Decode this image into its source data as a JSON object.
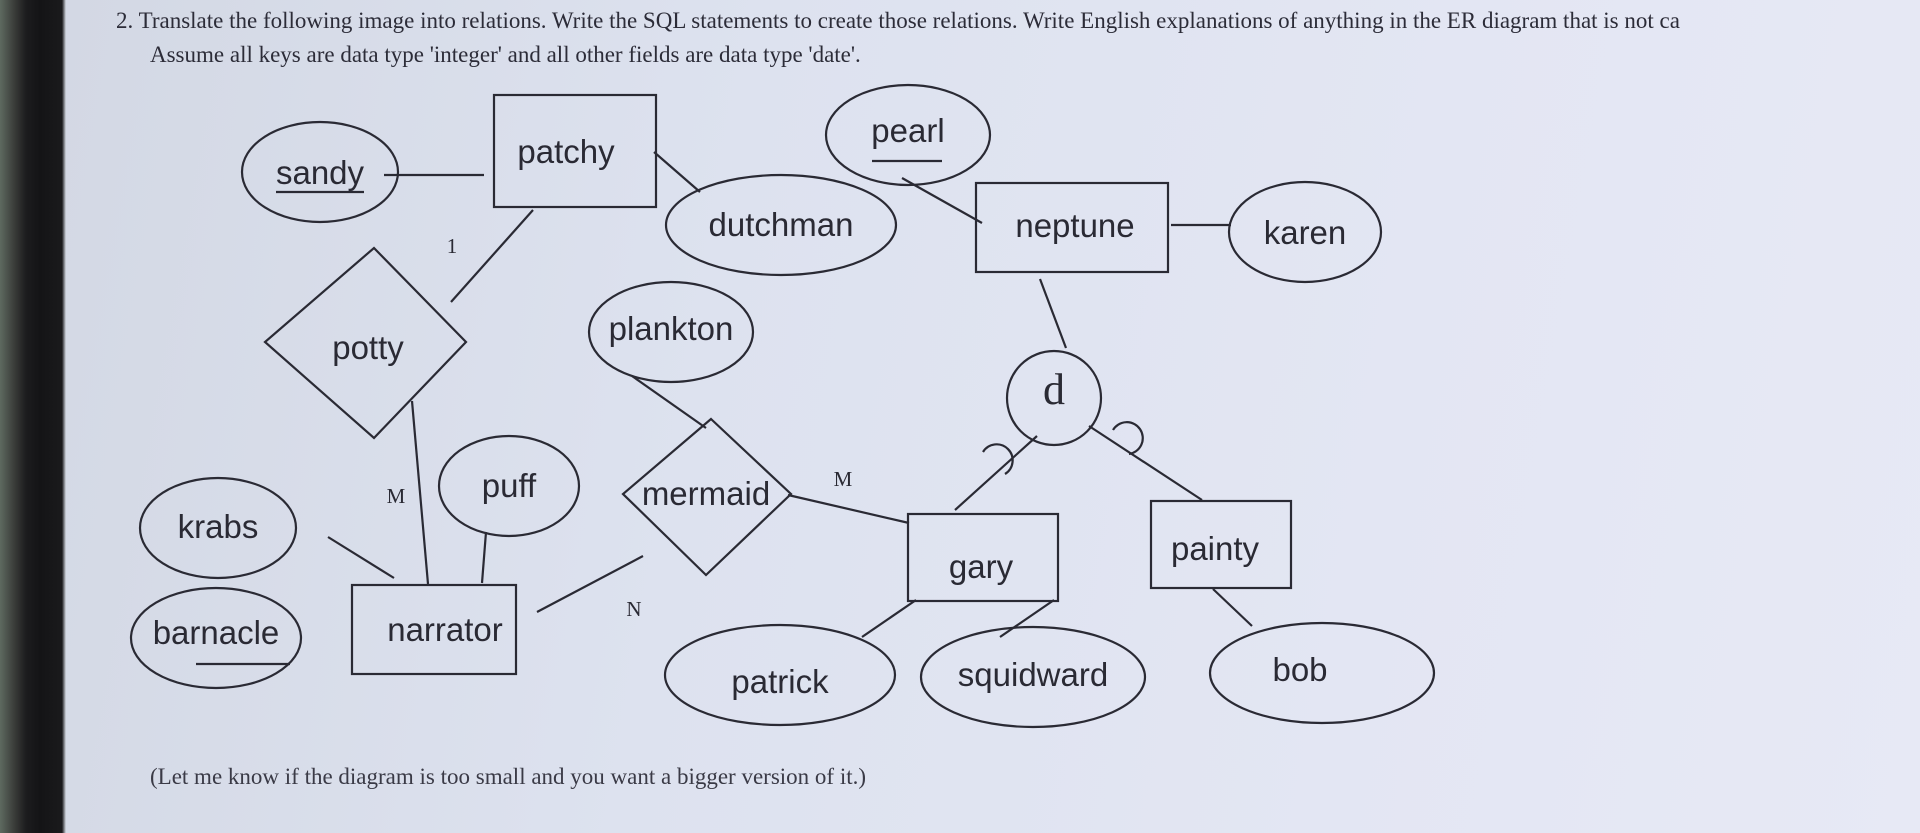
{
  "question": {
    "line1": "2. Translate the following image into relations. Write the SQL statements to create those relations. Write English explanations of anything in the ER diagram that is not ca",
    "line2": "Assume all keys are data type 'integer' and all other fields are data type 'date'."
  },
  "diagram": {
    "entities": {
      "patchy": "patchy",
      "neptune": "neptune",
      "narrator": "narrator",
      "gary": "gary",
      "painty": "painty"
    },
    "relationships": {
      "potty": "potty",
      "mermaid": "mermaid"
    },
    "attributes": {
      "sandy": "sandy",
      "pearl": "pearl",
      "dutchman": "dutchman",
      "karen": "karen",
      "plankton": "plankton",
      "puff": "puff",
      "krabs": "krabs",
      "barnacle": "barnacle",
      "patrick": "patrick",
      "squidward": "squidward",
      "bob": "bob"
    },
    "key_attributes": [
      "sandy",
      "pearl",
      "barnacle"
    ],
    "specialization": "d",
    "cardinalities": {
      "potty_patchy": "1",
      "potty_narrator": "M",
      "mermaid_gary": "M",
      "mermaid_narrator": "N"
    }
  },
  "footnote": "(Let me know if the diagram is too small and you want a bigger version of it.)"
}
